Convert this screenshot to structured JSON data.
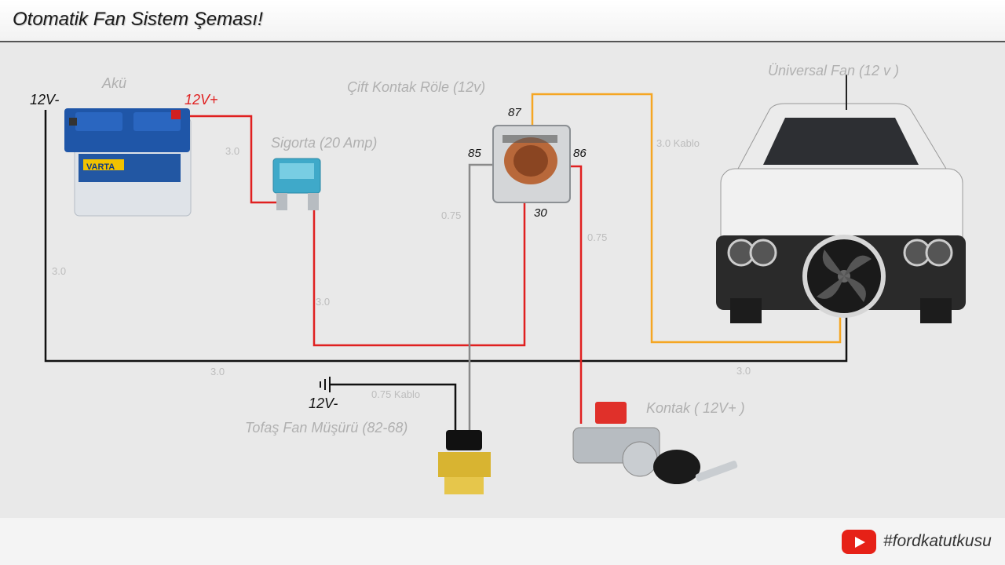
{
  "title": "Otomatik Fan Sistem Şeması!",
  "battery": {
    "name": "Akü",
    "neg": "12V-",
    "pos": "12V+",
    "brand": "VARTA"
  },
  "fuse": {
    "name": "Sigorta (20 Amp)"
  },
  "relay": {
    "name": "Çift Kontak Röle (12v)",
    "pin87": "87",
    "pin85": "85",
    "pin86": "86",
    "pin30": "30"
  },
  "fan": {
    "name": "Üniversal Fan (12 v )"
  },
  "ignition": {
    "name": "Kontak ( 12V+ )"
  },
  "sensor": {
    "name": "Tofaş Fan Müşürü (82-68)",
    "ground": "12V-"
  },
  "wire_labels": {
    "bat_fuse": "3.0",
    "bat_ground": "3.0",
    "fuse_relay": "3.0",
    "relay_fan": "3.0 Kablo",
    "relay85": "0.75",
    "relay86": "0.75",
    "ground_bottom_left": "3.0",
    "ground_bottom_right": "3.0",
    "sensor_ground": "0.75 Kablo"
  },
  "colors": {
    "red": "#e02020",
    "black": "#111111",
    "gray": "#8a8a8a",
    "orange": "#f5a623"
  },
  "footer": {
    "hashtag": "#fordkatutkusu"
  }
}
